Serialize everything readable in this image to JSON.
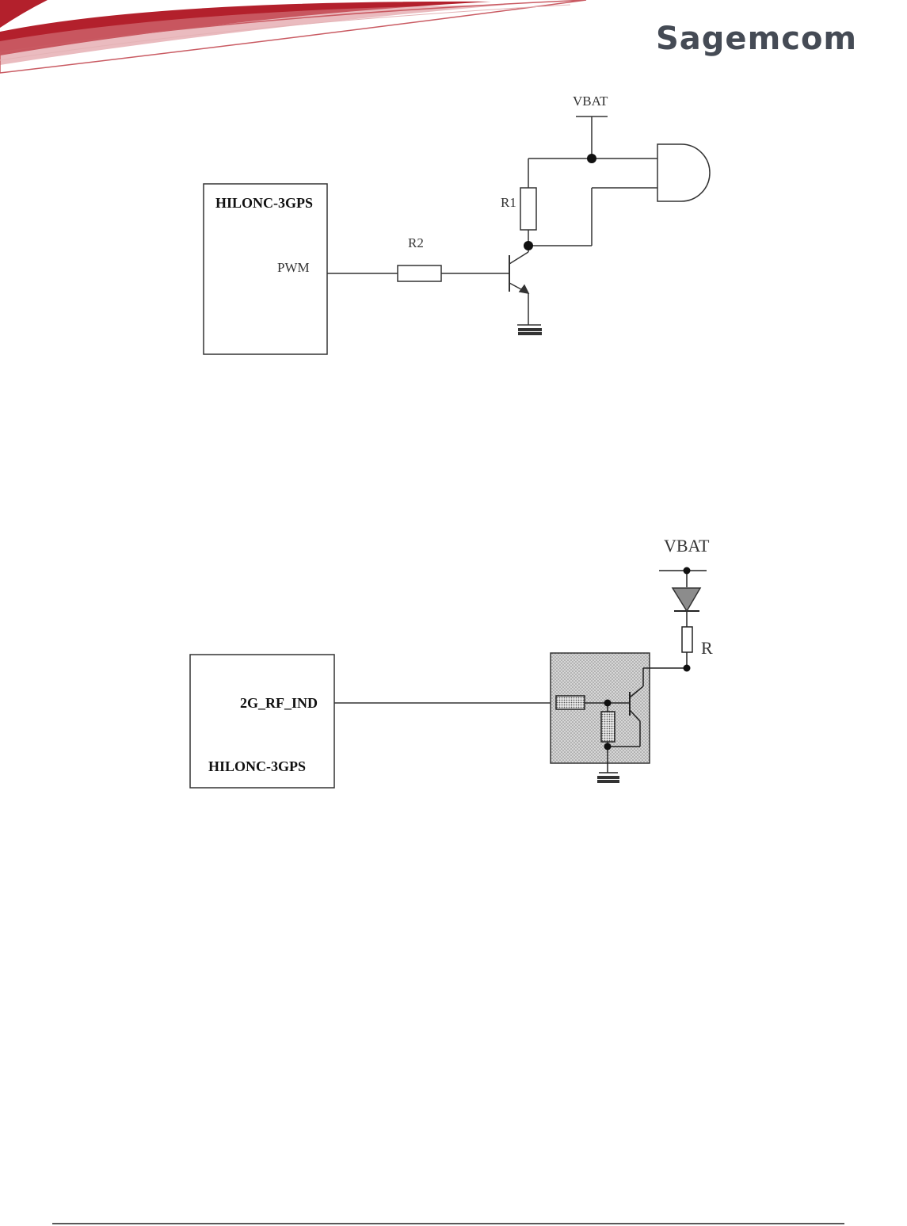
{
  "header": {
    "logo_text": "Sagemcom",
    "accent_color": "#b3202c"
  },
  "diagram1": {
    "module_name": "HILONC-3GPS",
    "pin_label": "PWM",
    "resistor_base": "R2",
    "resistor_pullup": "R1",
    "supply": "VBAT"
  },
  "diagram2": {
    "module_name": "HILONC-3GPS",
    "pin_label": "2G_RF_IND",
    "supply": "VBAT",
    "resistor": "R"
  }
}
